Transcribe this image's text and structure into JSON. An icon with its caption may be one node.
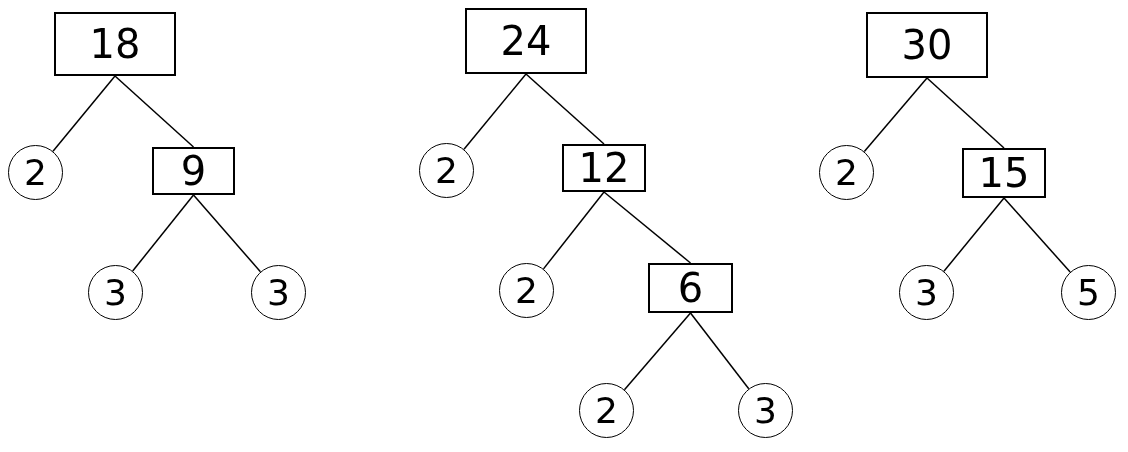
{
  "diagram": {
    "nodes": [
      {
        "text": [
          "18"
        ]
      },
      {
        "text": [
          "2"
        ]
      },
      {
        "text": [
          "9"
        ]
      },
      {
        "text": [
          "3"
        ]
      },
      {
        "text": [
          "3"
        ]
      },
      {
        "text": [
          "24"
        ]
      },
      {
        "text": [
          "2"
        ]
      },
      {
        "text": [
          "12"
        ]
      },
      {
        "text": [
          "2"
        ]
      },
      {
        "text": [
          "6"
        ]
      },
      {
        "text": [
          "2"
        ]
      },
      {
        "text": [
          "3"
        ]
      },
      {
        "text": [
          "30"
        ]
      },
      {
        "text": [
          "2"
        ]
      },
      {
        "text": [
          "15"
        ]
      },
      {
        "text": [
          "3"
        ]
      },
      {
        "text": [
          "5"
        ]
      }
    ],
    "edges": [
      {
        "from": 0,
        "to": 1,
        "arrow": "none"
      },
      {
        "from": 0,
        "to": 2,
        "arrow": "none"
      },
      {
        "from": 2,
        "to": 3,
        "arrow": "none"
      },
      {
        "from": 2,
        "to": 4,
        "arrow": "none"
      },
      {
        "from": 5,
        "to": 6,
        "arrow": "none"
      },
      {
        "from": 5,
        "to": 7,
        "arrow": "none"
      },
      {
        "from": 7,
        "to": 8,
        "arrow": "none"
      },
      {
        "from": 7,
        "to": 9,
        "arrow": "none"
      },
      {
        "from": 9,
        "to": 10,
        "arrow": "none"
      },
      {
        "from": 9,
        "to": 11,
        "arrow": "none"
      },
      {
        "from": 12,
        "to": 13,
        "arrow": "none"
      },
      {
        "from": 12,
        "to": 14,
        "arrow": "none"
      },
      {
        "from": 14,
        "to": 15,
        "arrow": "none"
      },
      {
        "from": 14,
        "to": 16,
        "arrow": "none"
      }
    ]
  }
}
